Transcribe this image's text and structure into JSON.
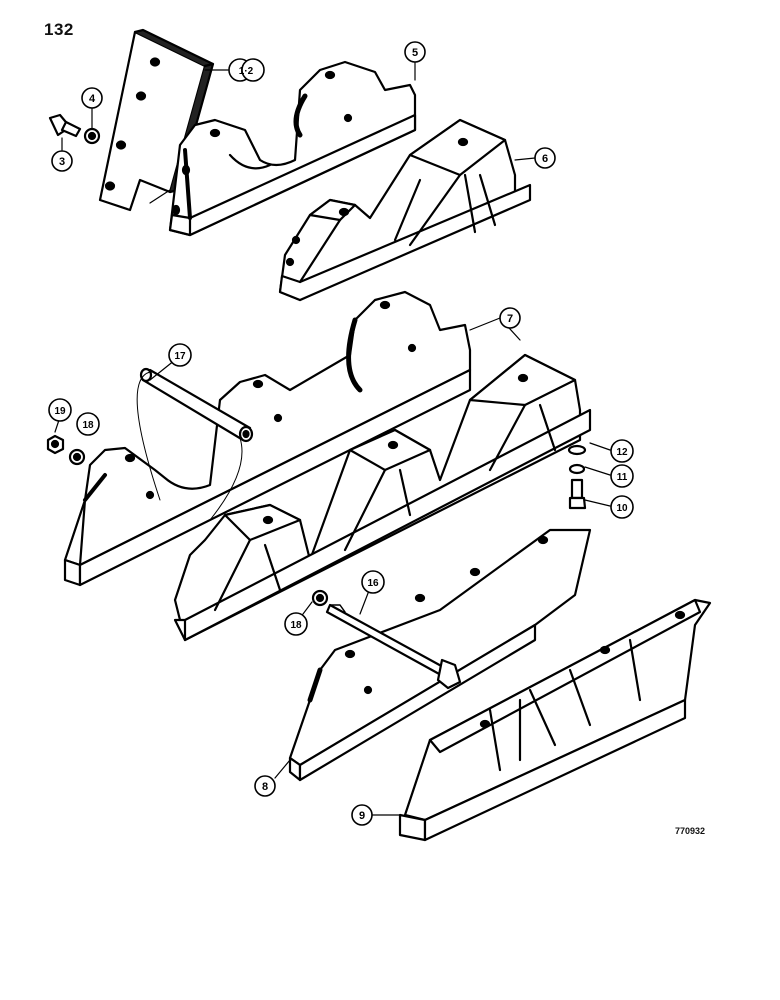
{
  "page_number": "132",
  "drawing_id": "770932",
  "callouts": [
    {
      "id": "c1-2",
      "label": "1·2"
    },
    {
      "id": "c3",
      "label": "3"
    },
    {
      "id": "c4",
      "label": "4"
    },
    {
      "id": "c5",
      "label": "5"
    },
    {
      "id": "c6",
      "label": "6"
    },
    {
      "id": "c7",
      "label": "7"
    },
    {
      "id": "c8",
      "label": "8"
    },
    {
      "id": "c9",
      "label": "9"
    },
    {
      "id": "c10",
      "label": "10"
    },
    {
      "id": "c11",
      "label": "11"
    },
    {
      "id": "c12",
      "label": "12"
    },
    {
      "id": "c16",
      "label": "16"
    },
    {
      "id": "c17",
      "label": "17"
    },
    {
      "id": "c18a",
      "label": "18"
    },
    {
      "id": "c18b",
      "label": "18"
    },
    {
      "id": "c19",
      "label": "19"
    }
  ]
}
